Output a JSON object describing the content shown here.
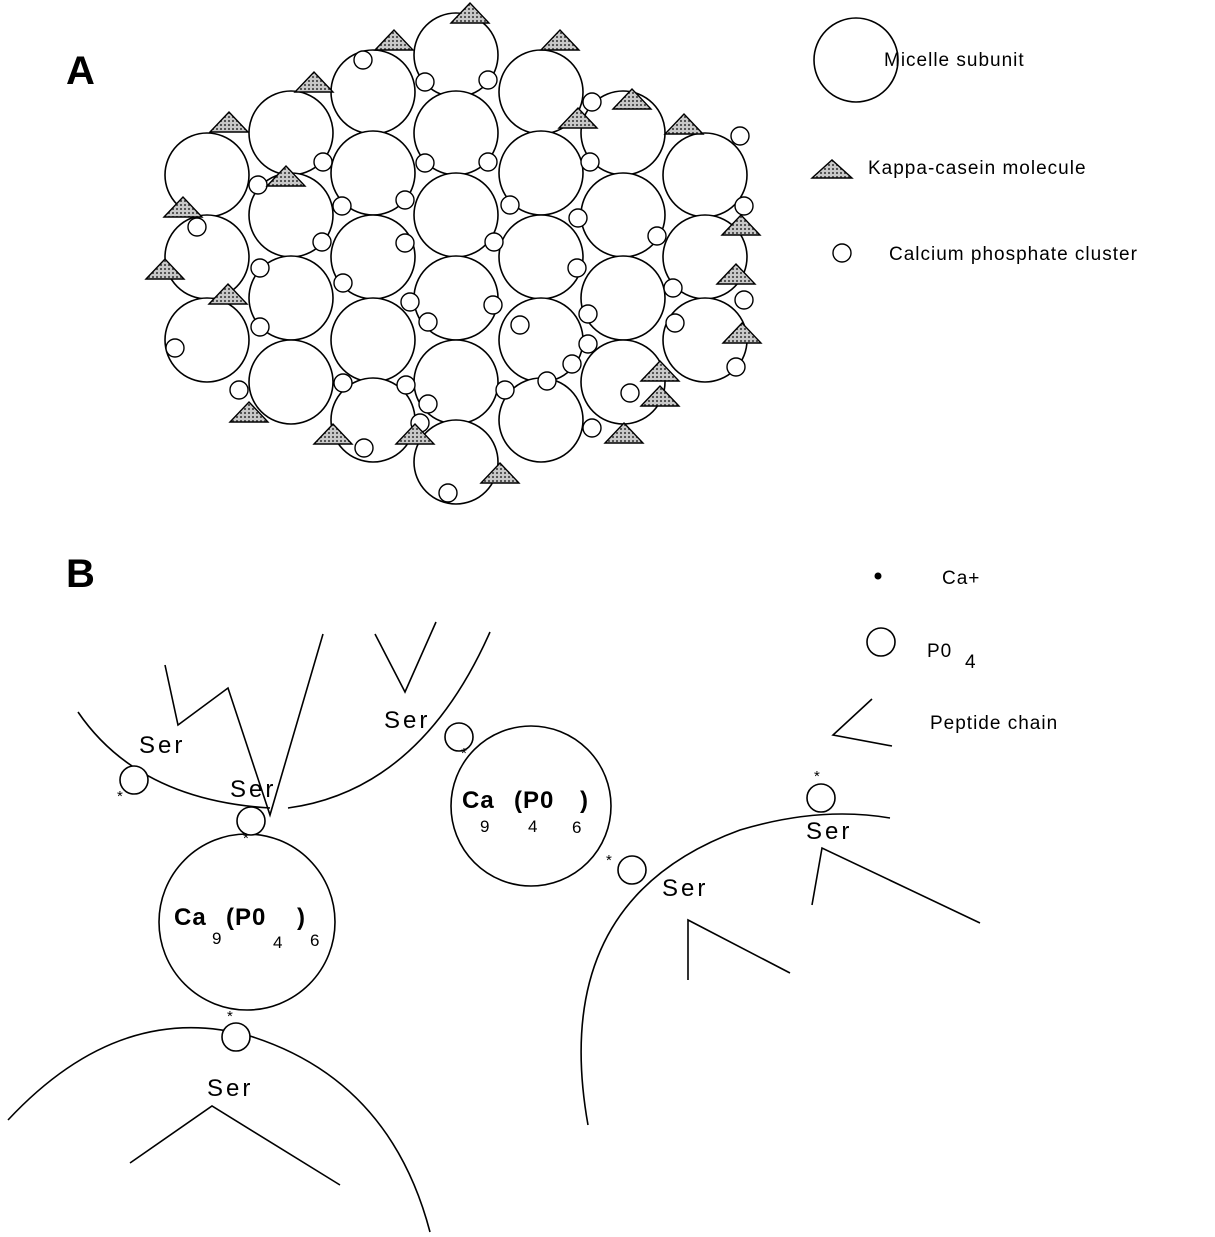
{
  "panels": {
    "a_label": "A",
    "b_label": "B"
  },
  "legend_a": {
    "micelle_subunit": "Micelle  subunit",
    "kappa_casein": "Kappa-casein  molecule",
    "calcium_phosphate": "Calcium  phosphate  cluster"
  },
  "legend_b": {
    "ca": "Ca+",
    "po4_main": "P0",
    "po4_sub": "4",
    "peptide_chain": "Peptide  chain"
  },
  "panel_b": {
    "ser": "Ser",
    "star": "*",
    "formula_left": {
      "ca": "Ca",
      "ca_sub": "9",
      "po": "(P0",
      "po_sub": "4",
      "close": ")",
      "close_sub": "6"
    },
    "formula_right": {
      "ca": "Ca",
      "ca_sub": "9",
      "po": "(P0",
      "po_sub": "4",
      "close": ")",
      "close_sub": "6"
    }
  },
  "colors": {
    "stroke": "#000000",
    "triangle_fill": "#9a9a9a",
    "background": "#ffffff"
  }
}
